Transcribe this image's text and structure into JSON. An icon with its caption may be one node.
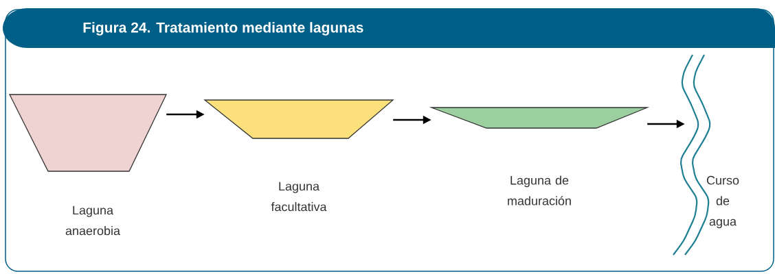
{
  "diagram": {
    "title": "Figura 24. Tratamiento mediante lagunas",
    "nodes": [
      {
        "text": [],
        "shape": "trapezoid",
        "beside": [
          "Laguna anaerobia"
        ]
      },
      {
        "text": [],
        "shape": "trapezoid",
        "beside": [
          "Laguna facultativa"
        ]
      },
      {
        "text": [],
        "shape": "trapezoid",
        "beside": [
          "Laguna de maduración"
        ]
      },
      {
        "text": [],
        "shape": "picture",
        "beside": [
          "Curso de agua"
        ]
      }
    ],
    "edges": [
      {
        "from": 0,
        "to": 1,
        "arrow": "to"
      },
      {
        "from": 1,
        "to": 2,
        "arrow": "to"
      },
      {
        "from": 2,
        "to": 3,
        "arrow": "to"
      }
    ]
  }
}
